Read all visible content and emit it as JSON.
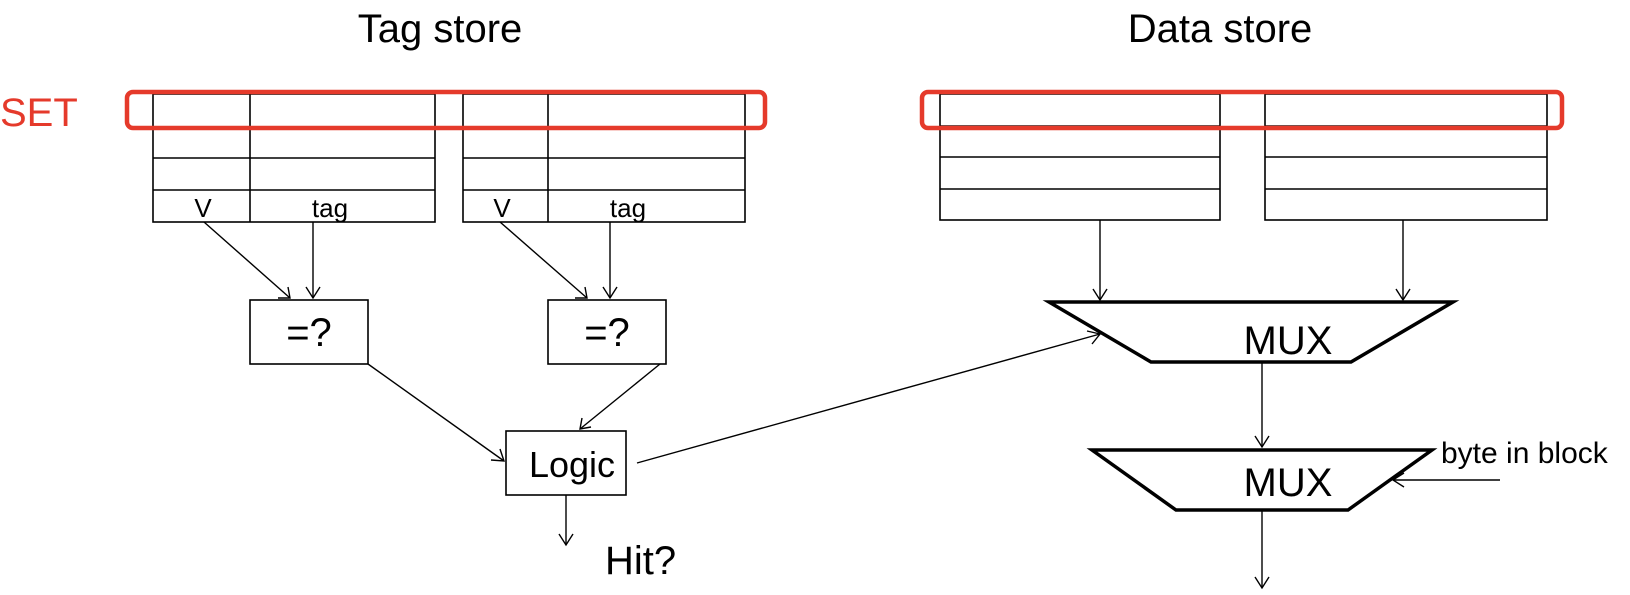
{
  "tag_store": {
    "title": "Tag store",
    "way1": {
      "v_label": "V",
      "tag_label": "tag",
      "comparator_label": "=?"
    },
    "way2": {
      "v_label": "V",
      "tag_label": "tag",
      "comparator_label": "=?"
    }
  },
  "data_store": {
    "title": "Data store"
  },
  "set_label": "SET",
  "logic_label": "Logic",
  "hit_label": "Hit?",
  "mux_way_label": "MUX",
  "mux_byte_label": "MUX",
  "byte_in_block_label": "byte in block",
  "colors": {
    "set_highlight": "#e53a2b",
    "lines": "#000000"
  }
}
